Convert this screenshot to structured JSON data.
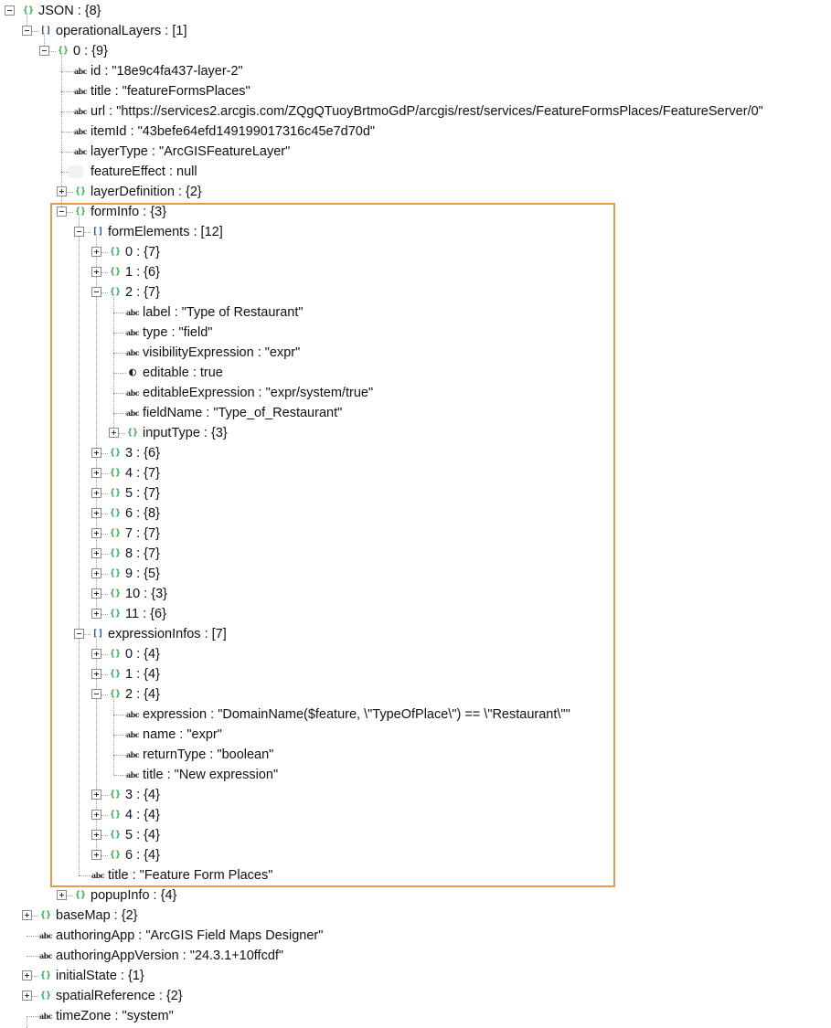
{
  "tree": {
    "rows": [
      {
        "level": 0,
        "icon": "object-icon",
        "key": "JSON",
        "value": "{8}",
        "expander": "expanded",
        "children_end": 22
      },
      {
        "level": 1,
        "icon": "array-icon",
        "key": "operationalLayers",
        "value": "[1]",
        "expander": "expanded",
        "children_end": 17
      },
      {
        "level": 2,
        "icon": "object-icon",
        "key": "0",
        "value": "{9}",
        "expander": "expanded",
        "children_end": 17
      },
      {
        "level": 3,
        "icon": "string-icon",
        "key": "id",
        "value": "\"18e9c4fa437-layer-2\"",
        "expander": "none"
      },
      {
        "level": 3,
        "icon": "string-icon",
        "key": "title",
        "value": "\"featureFormsPlaces\"",
        "expander": "none"
      },
      {
        "level": 3,
        "icon": "string-icon",
        "key": "url",
        "value": "\"https://services2.arcgis.com/ZQgQTuoyBrtmoGdP/arcgis/rest/services/FeatureFormsPlaces/FeatureServer/0\"",
        "expander": "none"
      },
      {
        "level": 3,
        "icon": "string-icon",
        "key": "itemId",
        "value": "\"43befe64efd149199017316c45e7d70d\"",
        "expander": "none"
      },
      {
        "level": 3,
        "icon": "string-icon",
        "key": "layerType",
        "value": "\"ArcGISFeatureLayer\"",
        "expander": "none"
      },
      {
        "level": 3,
        "icon": "null-icon",
        "key": "featureEffect",
        "value": "null",
        "expander": "none"
      },
      {
        "level": 3,
        "icon": "object-icon",
        "key": "layerDefinition",
        "value": "{2}",
        "expander": "collapsed"
      },
      {
        "level": 3,
        "icon": "object-icon",
        "key": "formInfo",
        "value": "{3}",
        "expander": "expanded",
        "children_end": 43
      },
      {
        "level": 4,
        "icon": "array-icon",
        "key": "formElements",
        "value": "[12]",
        "expander": "expanded",
        "children_end": 31
      },
      {
        "level": 5,
        "icon": "object-icon",
        "key": "0",
        "value": "{7}",
        "expander": "collapsed"
      },
      {
        "level": 5,
        "icon": "object-icon",
        "key": "1",
        "value": "{6}",
        "expander": "collapsed"
      },
      {
        "level": 5,
        "icon": "object-icon",
        "key": "2",
        "value": "{7}",
        "expander": "expanded",
        "children_end": 21
      },
      {
        "level": 6,
        "icon": "string-icon",
        "key": "label",
        "value": "\"Type of Restaurant\"",
        "expander": "none"
      },
      {
        "level": 6,
        "icon": "string-icon",
        "key": "type",
        "value": "\"field\"",
        "expander": "none"
      },
      {
        "level": 6,
        "icon": "string-icon",
        "key": "visibilityExpression",
        "value": "\"expr\"",
        "expander": "none"
      },
      {
        "level": 6,
        "icon": "boolean-icon",
        "key": "editable",
        "value": "true",
        "expander": "none"
      },
      {
        "level": 6,
        "icon": "string-icon",
        "key": "editableExpression",
        "value": "\"expr/system/true\"",
        "expander": "none"
      },
      {
        "level": 6,
        "icon": "string-icon",
        "key": "fieldName",
        "value": "\"Type_of_Restaurant\"",
        "expander": "none"
      },
      {
        "level": 6,
        "icon": "object-icon",
        "key": "inputType",
        "value": "{3}",
        "expander": "collapsed"
      },
      {
        "level": 5,
        "icon": "object-icon",
        "key": "3",
        "value": "{6}",
        "expander": "collapsed"
      },
      {
        "level": 5,
        "icon": "object-icon",
        "key": "4",
        "value": "{7}",
        "expander": "collapsed"
      },
      {
        "level": 5,
        "icon": "object-icon",
        "key": "5",
        "value": "{7}",
        "expander": "collapsed"
      },
      {
        "level": 5,
        "icon": "object-icon",
        "key": "6",
        "value": "{8}",
        "expander": "collapsed"
      },
      {
        "level": 5,
        "icon": "object-icon",
        "key": "7",
        "value": "{7}",
        "expander": "collapsed"
      },
      {
        "level": 5,
        "icon": "object-icon",
        "key": "8",
        "value": "{7}",
        "expander": "collapsed"
      },
      {
        "level": 5,
        "icon": "object-icon",
        "key": "9",
        "value": "{5}",
        "expander": "collapsed"
      },
      {
        "level": 5,
        "icon": "object-icon",
        "key": "10",
        "value": "{3}",
        "expander": "collapsed"
      },
      {
        "level": 5,
        "icon": "object-icon",
        "key": "11",
        "value": "{6}",
        "expander": "collapsed"
      },
      {
        "level": 4,
        "icon": "array-icon",
        "key": "expressionInfos",
        "value": "[7]",
        "expander": "expanded",
        "children_end": 42
      },
      {
        "level": 5,
        "icon": "object-icon",
        "key": "0",
        "value": "{4}",
        "expander": "collapsed"
      },
      {
        "level": 5,
        "icon": "object-icon",
        "key": "1",
        "value": "{4}",
        "expander": "collapsed"
      },
      {
        "level": 5,
        "icon": "object-icon",
        "key": "2",
        "value": "{4}",
        "expander": "expanded",
        "children_end": 38
      },
      {
        "level": 6,
        "icon": "string-icon",
        "key": "expression",
        "value": "\"DomainName($feature, \\\"TypeOfPlace\\\") == \\\"Restaurant\\\"\"",
        "expander": "none"
      },
      {
        "level": 6,
        "icon": "string-icon",
        "key": "name",
        "value": "\"expr\"",
        "expander": "none"
      },
      {
        "level": 6,
        "icon": "string-icon",
        "key": "returnType",
        "value": "\"boolean\"",
        "expander": "none"
      },
      {
        "level": 6,
        "icon": "string-icon",
        "key": "title",
        "value": "\"New expression\"",
        "expander": "none"
      },
      {
        "level": 5,
        "icon": "object-icon",
        "key": "3",
        "value": "{4}",
        "expander": "collapsed"
      },
      {
        "level": 5,
        "icon": "object-icon",
        "key": "4",
        "value": "{4}",
        "expander": "collapsed"
      },
      {
        "level": 5,
        "icon": "object-icon",
        "key": "5",
        "value": "{4}",
        "expander": "collapsed"
      },
      {
        "level": 5,
        "icon": "object-icon",
        "key": "6",
        "value": "{4}",
        "expander": "collapsed"
      },
      {
        "level": 4,
        "icon": "string-icon",
        "key": "title",
        "value": "\"Feature Form Places\"",
        "expander": "none"
      },
      {
        "level": 3,
        "icon": "object-icon",
        "key": "popupInfo",
        "value": "{4}",
        "expander": "collapsed"
      },
      {
        "level": 1,
        "icon": "object-icon",
        "key": "baseMap",
        "value": "{2}",
        "expander": "collapsed"
      },
      {
        "level": 1,
        "icon": "string-icon",
        "key": "authoringApp",
        "value": "\"ArcGIS Field Maps Designer\"",
        "expander": "none"
      },
      {
        "level": 1,
        "icon": "string-icon",
        "key": "authoringAppVersion",
        "value": "\"24.3.1+10ffcdf\"",
        "expander": "none"
      },
      {
        "level": 1,
        "icon": "object-icon",
        "key": "initialState",
        "value": "{1}",
        "expander": "collapsed"
      },
      {
        "level": 1,
        "icon": "object-icon",
        "key": "spatialReference",
        "value": "{2}",
        "expander": "collapsed"
      },
      {
        "level": 1,
        "icon": "string-icon",
        "key": "timeZone",
        "value": "\"system\"",
        "expander": "none"
      }
    ]
  },
  "icons": {
    "object-icon": "{}",
    "array-icon": "[]",
    "string-icon": "abc",
    "boolean-icon": "◐",
    "null-icon": ""
  },
  "colors": {
    "highlight_border": "#e69a4e",
    "object_icon": "#2aa84a",
    "array_icon": "#1f4e9c"
  }
}
